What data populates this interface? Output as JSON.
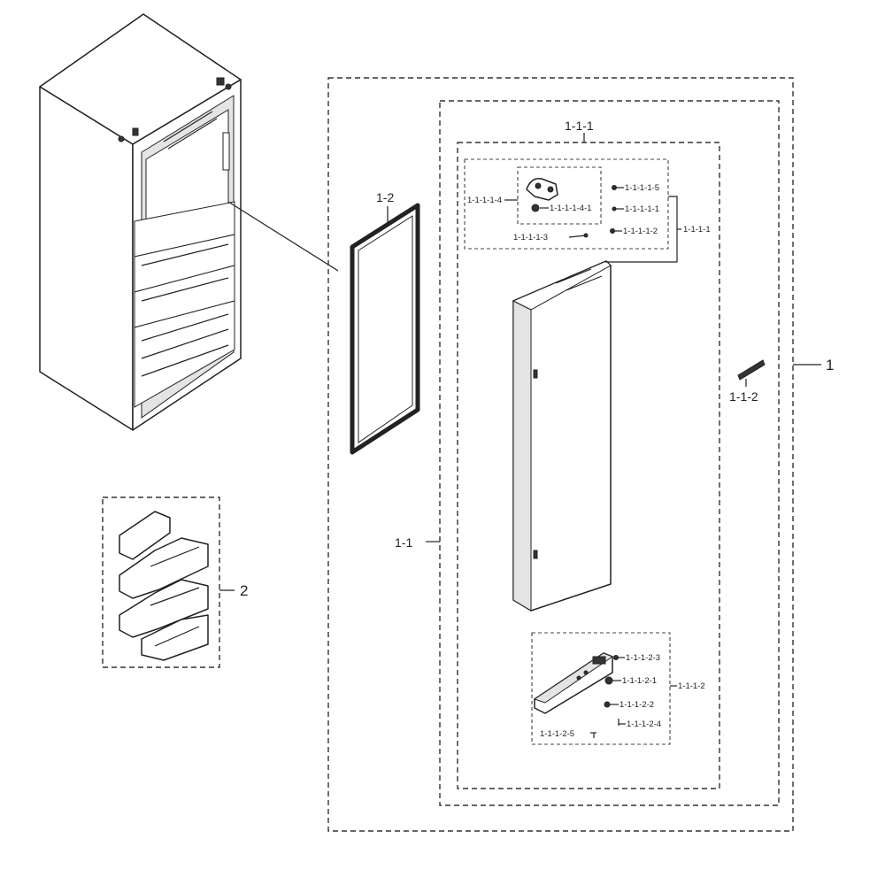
{
  "diagram": {
    "labels": {
      "l1": "1",
      "l1_1": "1-1",
      "l1_2": "1-2",
      "l1_1_1": "1-1-1",
      "l1_1_1_1": "1-1-1-1",
      "l1_1_1_1_1": "1-1-1-1-1",
      "l1_1_1_1_2": "1-1-1-1-2",
      "l1_1_1_1_3": "1-1-1-1-3",
      "l1_1_1_1_4": "1-1-1-1-4",
      "l1_1_1_1_4_1": "1-1-1-1-4-1",
      "l1_1_1_1_5": "1-1-1-1-5",
      "l1_1_1_2": "1-1-1-2",
      "l1_1_1_2_1": "1-1-1-2-1",
      "l1_1_1_2_2": "1-1-1-2-2",
      "l1_1_1_2_3": "1-1-1-2-3",
      "l1_1_1_2_4": "1-1-1-2-4",
      "l1_1_1_2_5": "1-1-1-2-5",
      "l1_1_2": "1-1-2",
      "l2": "2"
    }
  }
}
